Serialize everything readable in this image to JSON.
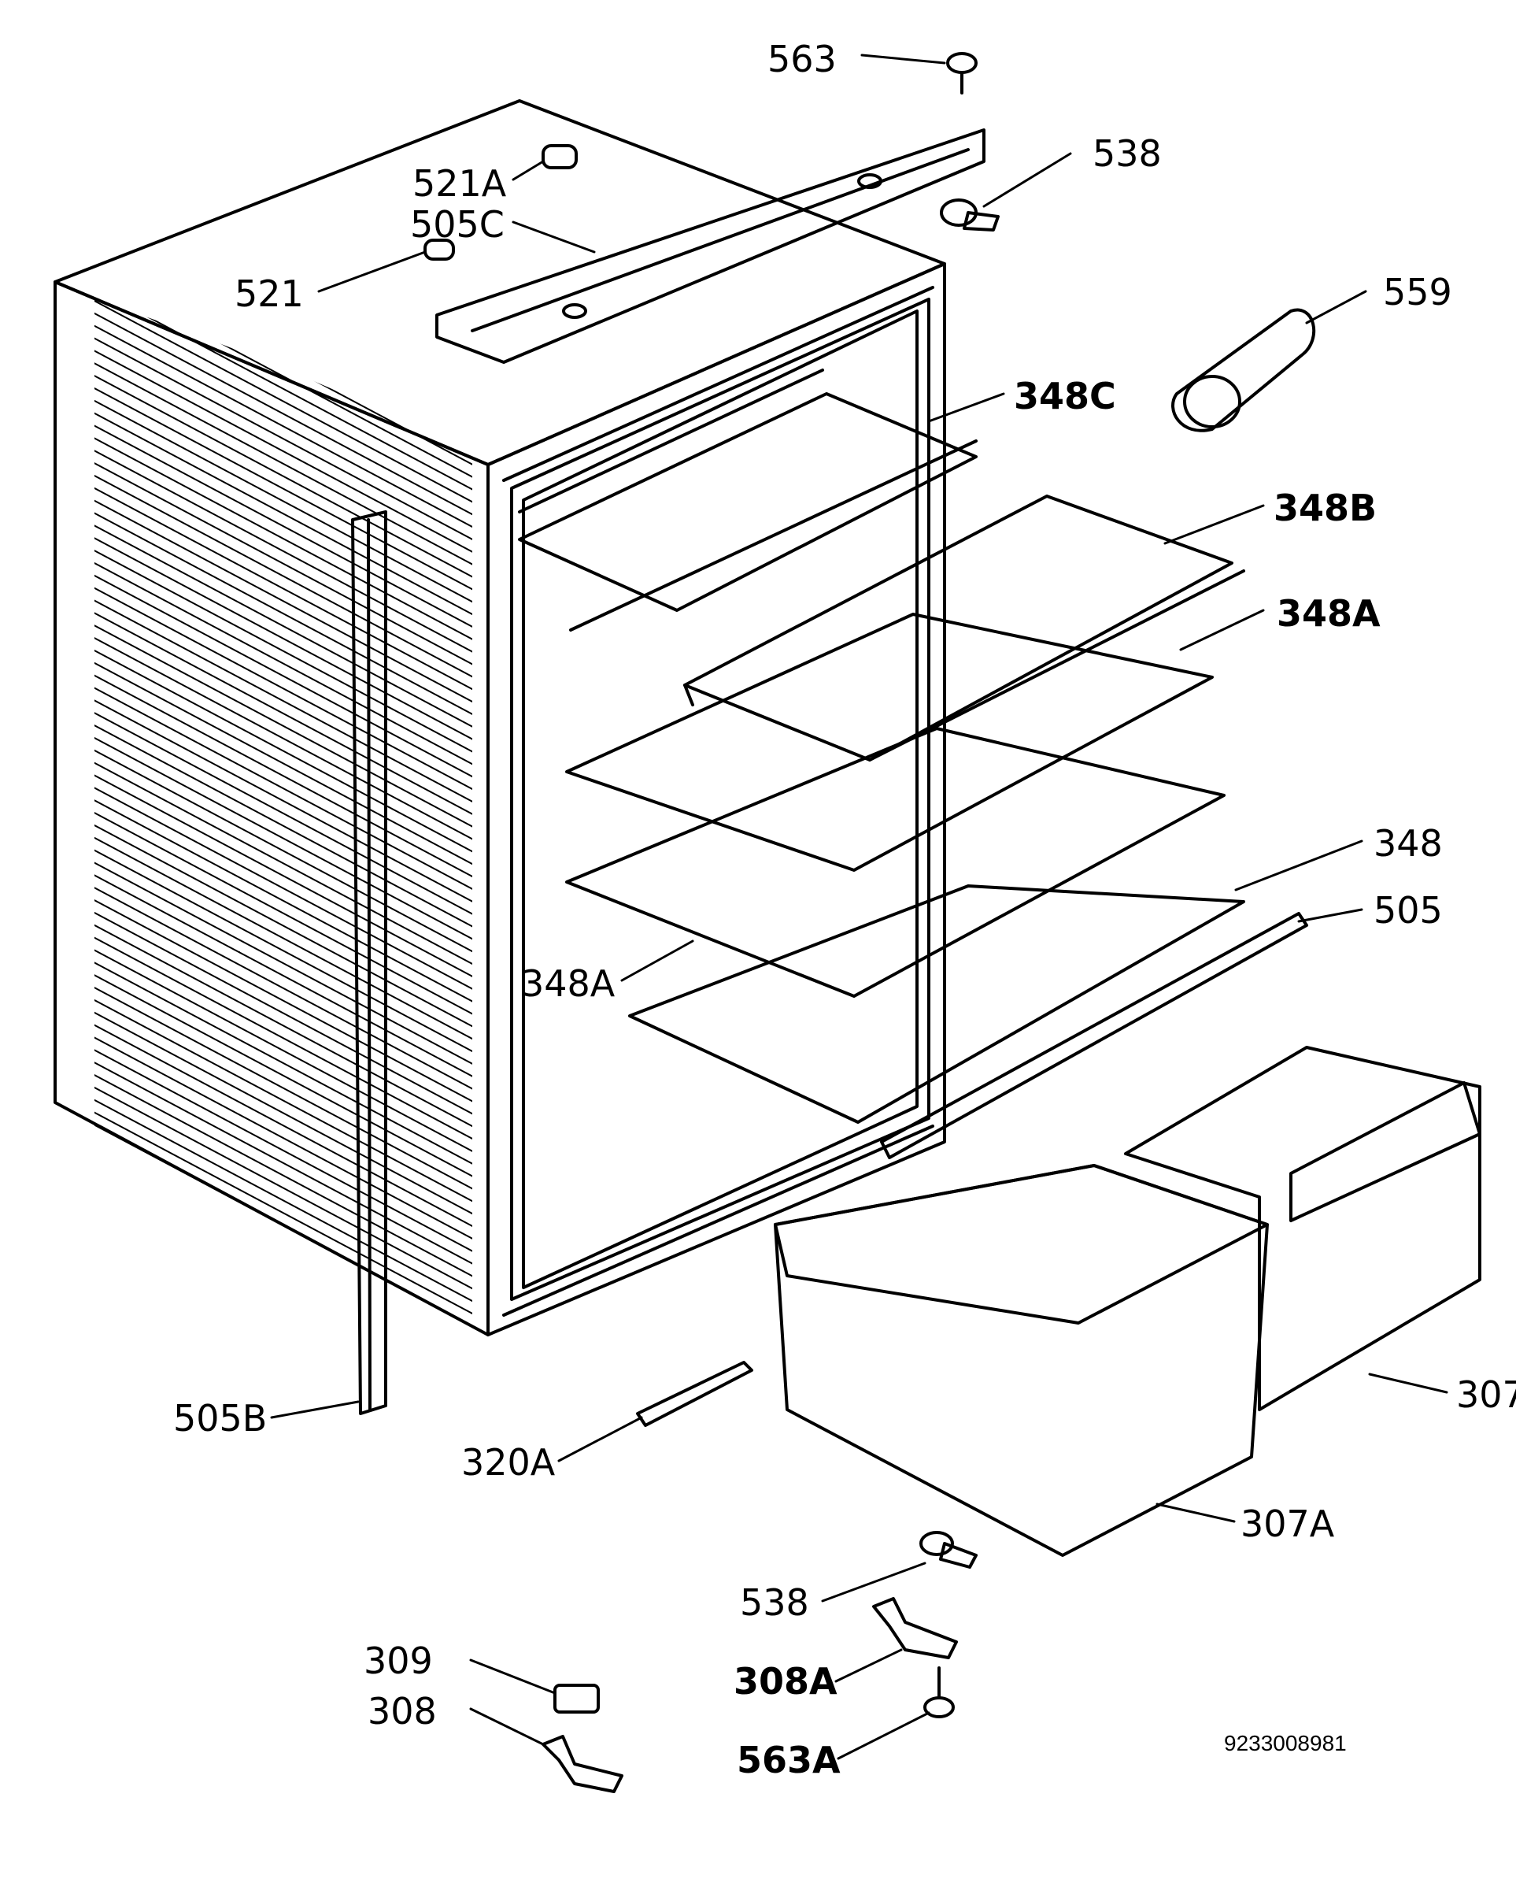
{
  "labels": {
    "l563": "563",
    "l538_top": "538",
    "l521A": "521A",
    "l505C": "505C",
    "l521": "521",
    "l559": "559",
    "l348C": "348C",
    "l348B": "348B",
    "l348A_upper": "348A",
    "l348": "348",
    "l505": "505",
    "l348A_lower": "348A",
    "l307": "307",
    "l505B": "505B",
    "l320A": "320A",
    "l307A": "307A",
    "l538_bottom": "538",
    "l309": "309",
    "l308A": "308A",
    "l308": "308",
    "l563A": "563A"
  },
  "drawing_code": "9233008981"
}
